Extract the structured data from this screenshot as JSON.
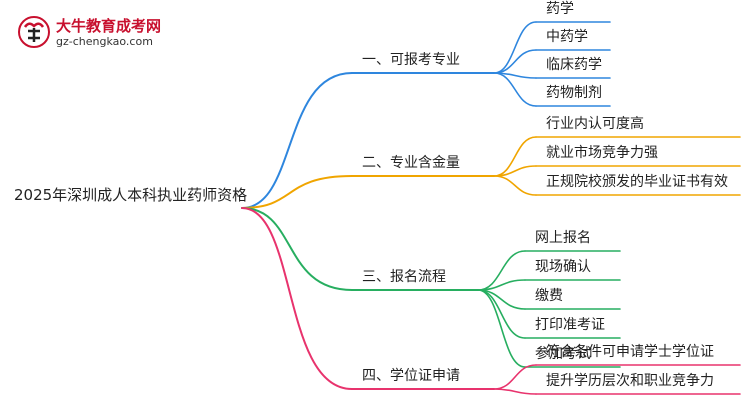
{
  "logo": {
    "title": "大牛教育成考网",
    "url": "gz-chengkao.com"
  },
  "root": "2025年深圳成人本科执业药师资格",
  "branches": [
    {
      "label": "一、可报考专业",
      "color": "#2e86de",
      "children": [
        "药学",
        "中药学",
        "临床药学",
        "药物制剂"
      ]
    },
    {
      "label": "二、专业含金量",
      "color": "#f0a500",
      "children": [
        "行业内认可度高",
        "就业市场竞争力强",
        "正规院校颁发的毕业证书有效"
      ]
    },
    {
      "label": "三、报名流程",
      "color": "#27ae60",
      "children": [
        "网上报名",
        "现场确认",
        "缴费",
        "打印准考证",
        "参加考试"
      ]
    },
    {
      "label": "四、学位证申请",
      "color": "#e8336d",
      "children": [
        "符合条件可申请学士学位证",
        "提升学历层次和职业竞争力"
      ]
    }
  ]
}
